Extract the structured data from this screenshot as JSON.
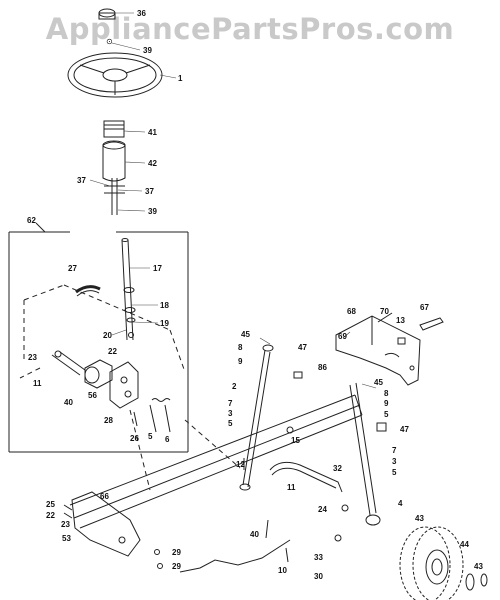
{
  "watermark": "AppliancePartsPros.com",
  "colors": {
    "line": "#222222",
    "watermark": "#c9c9c9",
    "background": "#ffffff"
  },
  "callouts": {
    "c36": "36",
    "c39a": "39",
    "c1": "1",
    "c41": "41",
    "c42": "42",
    "c37a": "37",
    "c37b": "37",
    "c39b": "39",
    "c62": "62",
    "c27": "27",
    "c17": "17",
    "c18": "18",
    "c19": "19",
    "c20": "20",
    "c22a": "22",
    "c23a": "23",
    "c11": "11",
    "c40a": "40",
    "c56": "56",
    "c28": "28",
    "c26": "26",
    "c5a": "5",
    "c6a": "6",
    "c68": "68",
    "c70": "70",
    "c67": "67",
    "c13": "13",
    "c69": "69",
    "c45a": "45",
    "c8a": "8",
    "c9a": "9",
    "c47a": "47",
    "c86": "86",
    "c2": "2",
    "c7a": "7",
    "c3a": "3",
    "c5b": "5",
    "c15": "15",
    "c45b": "45",
    "c8b": "8",
    "c9b": "9",
    "c5c": "5",
    "c47b": "47",
    "c7b": "7",
    "c3b": "3",
    "c32": "32",
    "c4": "4",
    "c24": "24",
    "c43a": "43",
    "c44": "44",
    "c43b": "43",
    "c66": "66",
    "c25": "25",
    "c22b": "22",
    "c23b": "23",
    "c53": "53",
    "c29a": "29",
    "c29b": "29",
    "c10": "10",
    "c40b": "40",
    "c33": "33",
    "c30": "30",
    "c11b": "11",
    "c12": "12",
    "c5d": "5"
  }
}
